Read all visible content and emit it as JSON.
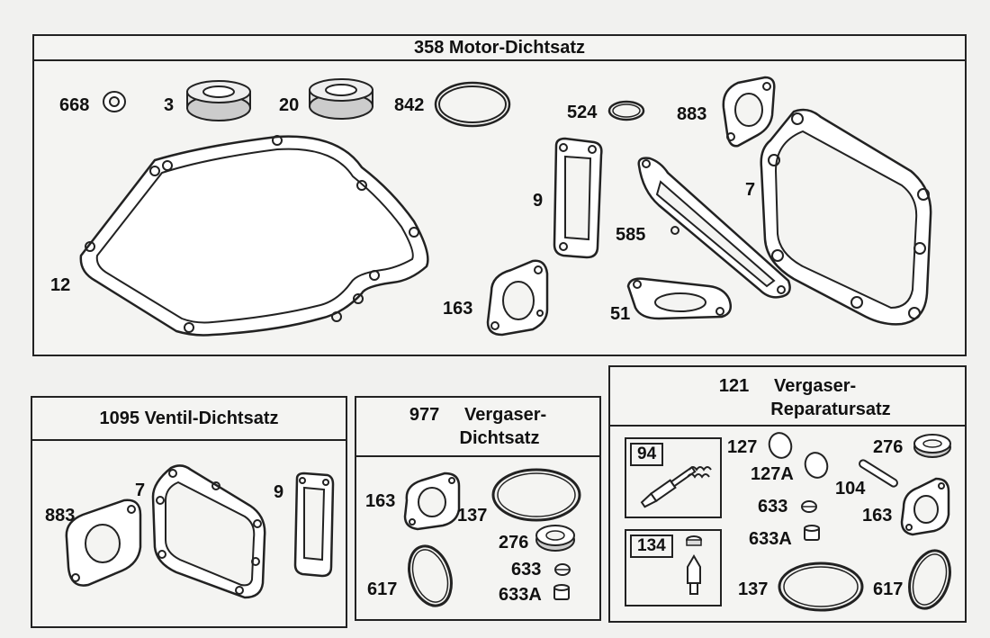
{
  "kits": {
    "motor": {
      "title": "358 Motor-Dichtsatz",
      "labels": [
        "668",
        "3",
        "20",
        "842",
        "524",
        "883",
        "9",
        "7",
        "585",
        "12",
        "163",
        "51"
      ]
    },
    "ventil": {
      "title": "1095  Ventil-Dichtsatz",
      "labels": [
        "883",
        "7",
        "9"
      ]
    },
    "vergaser_dicht": {
      "title_line1": "977     Vergaser-",
      "title_line2": "Dichtsatz",
      "labels": [
        "163",
        "137",
        "276",
        "617",
        "633",
        "633A"
      ]
    },
    "vergaser_rep": {
      "title_line1": "121     Vergaser-",
      "title_line2": "Reparatursatz",
      "labels": [
        "127",
        "127A",
        "276",
        "104",
        "633",
        "633A",
        "163",
        "137",
        "617"
      ],
      "subkits": [
        "94",
        "134"
      ]
    }
  }
}
